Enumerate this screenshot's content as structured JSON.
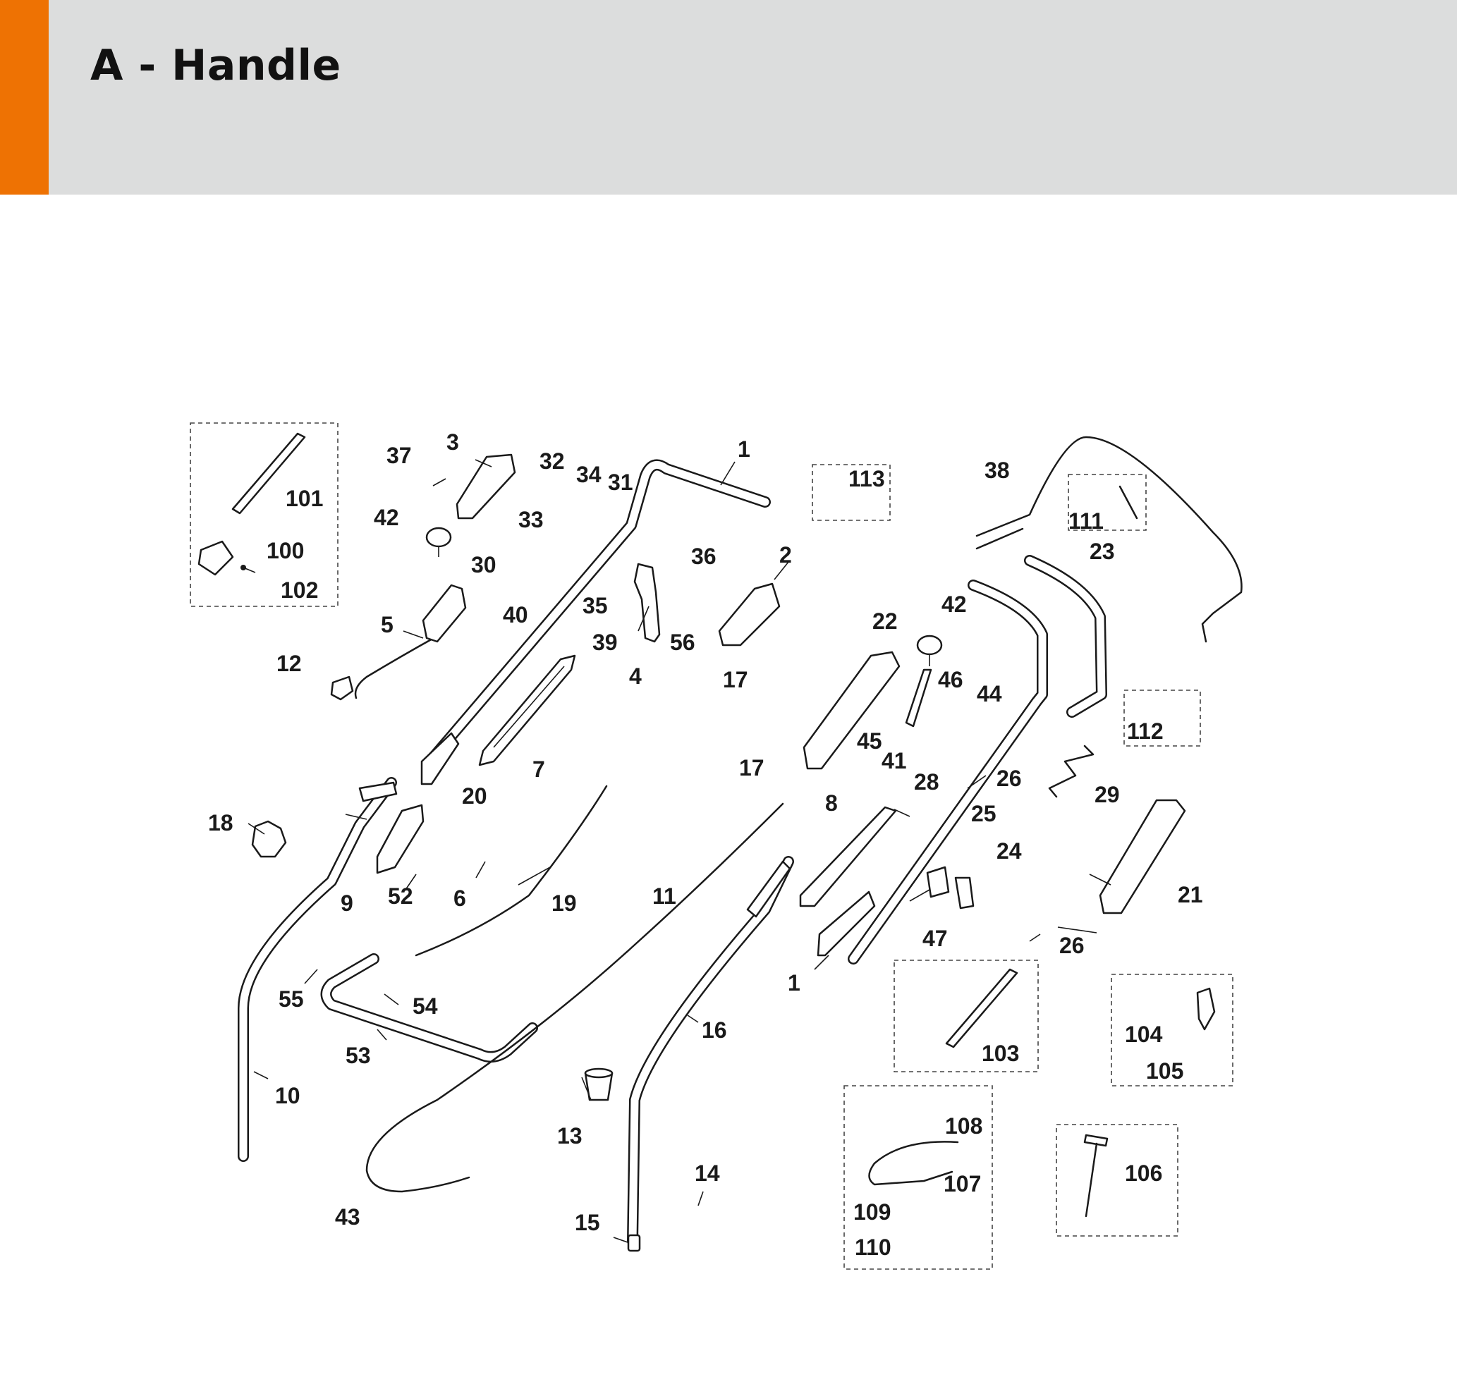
{
  "page": {
    "title": "A - Handle",
    "accent_color": "#ee7203",
    "header_color": "#dcdddd"
  },
  "diagram": {
    "callouts": {
      "c1a": "1",
      "c1b": "1",
      "c2": "2",
      "c3": "3",
      "c4": "4",
      "c5": "5",
      "c6": "6",
      "c7": "7",
      "c8": "8",
      "c9": "9",
      "c10": "10",
      "c11": "11",
      "c12": "12",
      "c13": "13",
      "c14": "14",
      "c15": "15",
      "c16": "16",
      "c17a": "17",
      "c17b": "17",
      "c18": "18",
      "c19": "19",
      "c20": "20",
      "c21": "21",
      "c22": "22",
      "c23": "23",
      "c24": "24",
      "c25": "25",
      "c26a": "26",
      "c26b": "26",
      "c28": "28",
      "c29": "29",
      "c30": "30",
      "c31": "31",
      "c32": "32",
      "c33": "33",
      "c34": "34",
      "c35": "35",
      "c36": "36",
      "c37": "37",
      "c38": "38",
      "c39": "39",
      "c40": "40",
      "c41": "41",
      "c42a": "42",
      "c42b": "42",
      "c43": "43",
      "c44": "44",
      "c45": "45",
      "c46": "46",
      "c47": "47",
      "c52": "52",
      "c53": "53",
      "c54": "54",
      "c55": "55",
      "c56": "56",
      "c100": "100",
      "c101": "101",
      "c102": "102",
      "c103": "103",
      "c104": "104",
      "c105": "105",
      "c106": "106",
      "c107": "107",
      "c108": "108",
      "c109": "109",
      "c110": "110",
      "c111": "111",
      "c112": "112",
      "c113": "113"
    }
  }
}
